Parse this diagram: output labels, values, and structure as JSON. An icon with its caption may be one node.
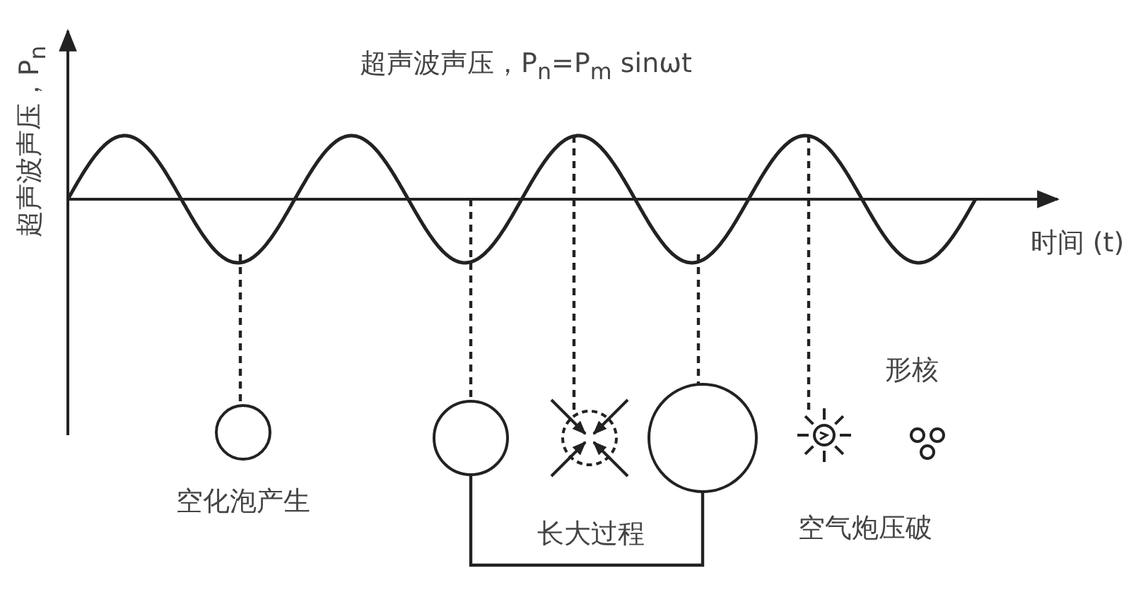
{
  "diagram": {
    "nodes": [
      {
        "text": [],
        "shape": "circle",
        "beside": [
          "空化泡产生"
        ]
      },
      {
        "text": [],
        "shape": "circle"
      },
      {
        "text": [],
        "shape": "picture"
      },
      {
        "text": [],
        "shape": "circle"
      },
      {
        "text": [],
        "shape": "picture",
        "beside": [
          "空气炮压破"
        ]
      },
      {
        "text": [],
        "shape": "picture",
        "beside": [
          "形核"
        ]
      }
    ],
    "edges": [
      {
        "from": null,
        "to": 0,
        "arrow": "none",
        "style": "dashed"
      },
      {
        "from": null,
        "to": 1,
        "arrow": "none",
        "style": "dashed"
      },
      {
        "from": null,
        "to": 2,
        "arrow": "none",
        "style": "dashed"
      },
      {
        "from": null,
        "to": 3,
        "arrow": "none",
        "style": "dashed"
      },
      {
        "from": null,
        "to": 4,
        "arrow": "none",
        "style": "dashed"
      },
      {
        "from": 1,
        "to": 3,
        "arrow": "none"
      }
    ],
    "labels": [
      "超声波声压，P$_{n}$=P$_{m}$ sinωt",
      "超声波声压，P$_{n}$",
      "时间 (t)",
      "长大过程"
    ]
  }
}
